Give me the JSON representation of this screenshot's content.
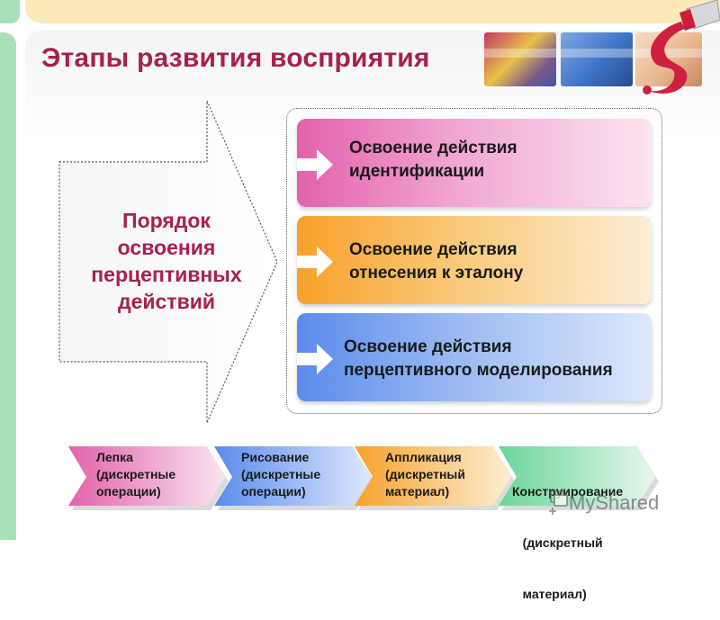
{
  "title": "Этапы развития восприятия",
  "main_arrow": {
    "lines": [
      "Порядок",
      "освоения",
      "перцептивных",
      "действий"
    ]
  },
  "steps": [
    {
      "lines": [
        "Освоение действия",
        "идентификации"
      ],
      "color": "#e262ab"
    },
    {
      "lines": [
        "Освоение действия",
        "отнесения к эталону"
      ],
      "color": "#f7a12b"
    },
    {
      "lines": [
        "Освоение действия",
        "перцептивного  моделирования"
      ],
      "color": "#5a8bec"
    }
  ],
  "activities": [
    {
      "lines": [
        "Лепка",
        "(дискретные",
        "операции)"
      ],
      "color": "#e262ab"
    },
    {
      "lines": [
        "Рисование",
        "(дискретные",
        "операции)"
      ],
      "color": "#5a8bec"
    },
    {
      "lines": [
        "Аппликация",
        "(дискретный",
        "материал)"
      ],
      "color": "#f7a12b"
    },
    {
      "lines": [
        "Конструирование",
        "   (дискретный",
        "   материал)"
      ],
      "color": "#6ad59a"
    }
  ],
  "watermark": {
    "text": "MyShared"
  },
  "colors": {
    "title": "#a8204e",
    "frame_yellow": "#fde9b8",
    "frame_green": "#a8e0b8"
  }
}
